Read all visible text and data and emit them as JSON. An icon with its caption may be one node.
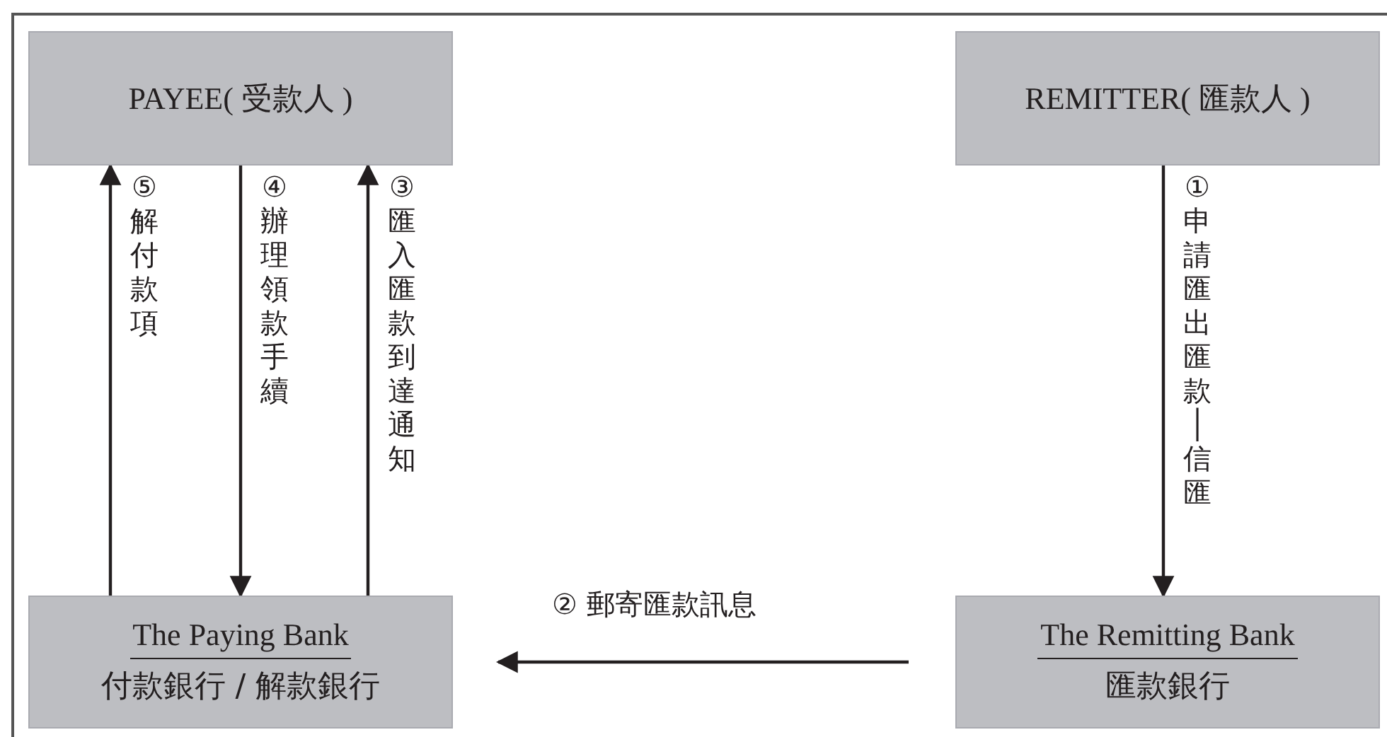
{
  "diagram": {
    "nodes": [
      {
        "text": [
          "PAYEE( 受款人 )"
        ]
      },
      {
        "text": [
          "REMITTER( 匯款人 )"
        ]
      },
      {
        "text": [
          "The Paying Bank",
          "付款銀行 / 解款銀行"
        ]
      },
      {
        "text": [
          "The Remitting Bank",
          "匯款銀行"
        ]
      }
    ],
    "edges": [
      {
        "from": 1,
        "to": 3,
        "arrow": "to",
        "label": "①申請匯出匯款│信匯"
      },
      {
        "from": 3,
        "to": 2,
        "arrow": "to",
        "label": "② 郵寄匯款訊息"
      },
      {
        "from": 2,
        "to": 0,
        "arrow": "to",
        "label": "③匯入匯款到達通知"
      },
      {
        "from": 0,
        "to": 2,
        "arrow": "to",
        "label": "④辦理領款手續"
      },
      {
        "from": 2,
        "to": 0,
        "arrow": "to",
        "label": "⑤解付款項"
      }
    ]
  }
}
